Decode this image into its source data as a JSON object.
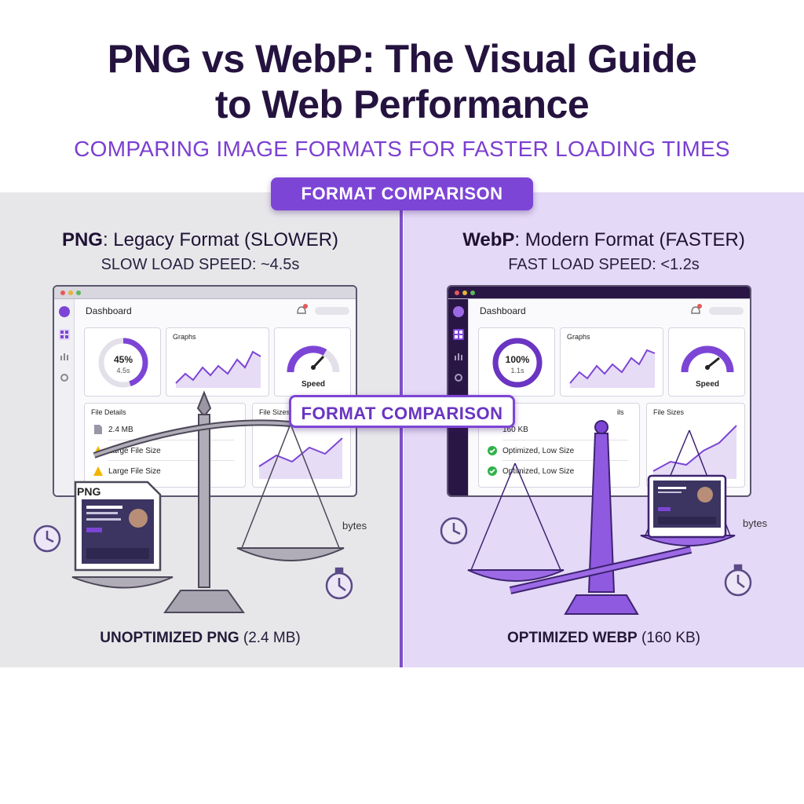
{
  "header": {
    "title_line1": "PNG vs WebP: The Visual Guide",
    "title_line2": "to Web Performance",
    "subtitle": "COMPARING IMAGE FORMATS FOR FASTER LOADING TIMES"
  },
  "badge": {
    "top_label": "FORMAT COMPARISON",
    "middle_label": "FORMAT COMPARISON"
  },
  "left": {
    "format": "PNG",
    "title_rest": ": Legacy Format (SLOWER)",
    "speed": "SLOW LOAD SPEED: ~4.5s",
    "caption_bold": "UNOPTIMIZED PNG",
    "caption_rest": " (2.4 MB)",
    "file_tag": "PNG",
    "dashboard": {
      "title": "Dashboard",
      "ring_value": "45%",
      "ring_time": "4.5s",
      "ring_fraction": 0.45,
      "graphs_label": "Graphs",
      "gauge_label": "Speed",
      "file_details_label": "File Details",
      "file_size_value": "2.4 MB",
      "rows": [
        "Large File Size",
        "Large File Size"
      ],
      "file_sizes_label": "File Sizes"
    },
    "bytes_label": "bytes"
  },
  "right": {
    "format": "WebP",
    "title_rest": ": Modern Format (FASTER)",
    "speed": "FAST LOAD SPEED: <1.2s",
    "caption_bold": "OPTIMIZED WEBP",
    "caption_rest": " (160 KB)",
    "dashboard": {
      "title": "Dashboard",
      "ring_value": "100%",
      "ring_time": "1.1s",
      "ring_fraction": 1.0,
      "graphs_label": "Graphs",
      "gauge_label": "Speed",
      "file_details_label": "ils",
      "file_size_value": "160 KB",
      "rows": [
        "Optimized, Low Size",
        "Optimized, Low Size"
      ],
      "file_sizes_label": "File Sizes"
    },
    "bytes_label": "bytes"
  },
  "colors": {
    "brand_purple": "#7d45d6",
    "title_dark": "#25133f",
    "subtitle_purple": "#7b3fd1",
    "left_bg": "#e7e7ea",
    "right_bg": "#e4d9f6",
    "warning": "#f2b600",
    "success": "#2fb24a"
  },
  "icons": [
    "bell-icon",
    "grid-icon",
    "bar-chart-icon",
    "gear-icon",
    "file-icon",
    "warning-icon",
    "check-icon",
    "clock-icon",
    "stopwatch-icon",
    "scale-icon"
  ]
}
